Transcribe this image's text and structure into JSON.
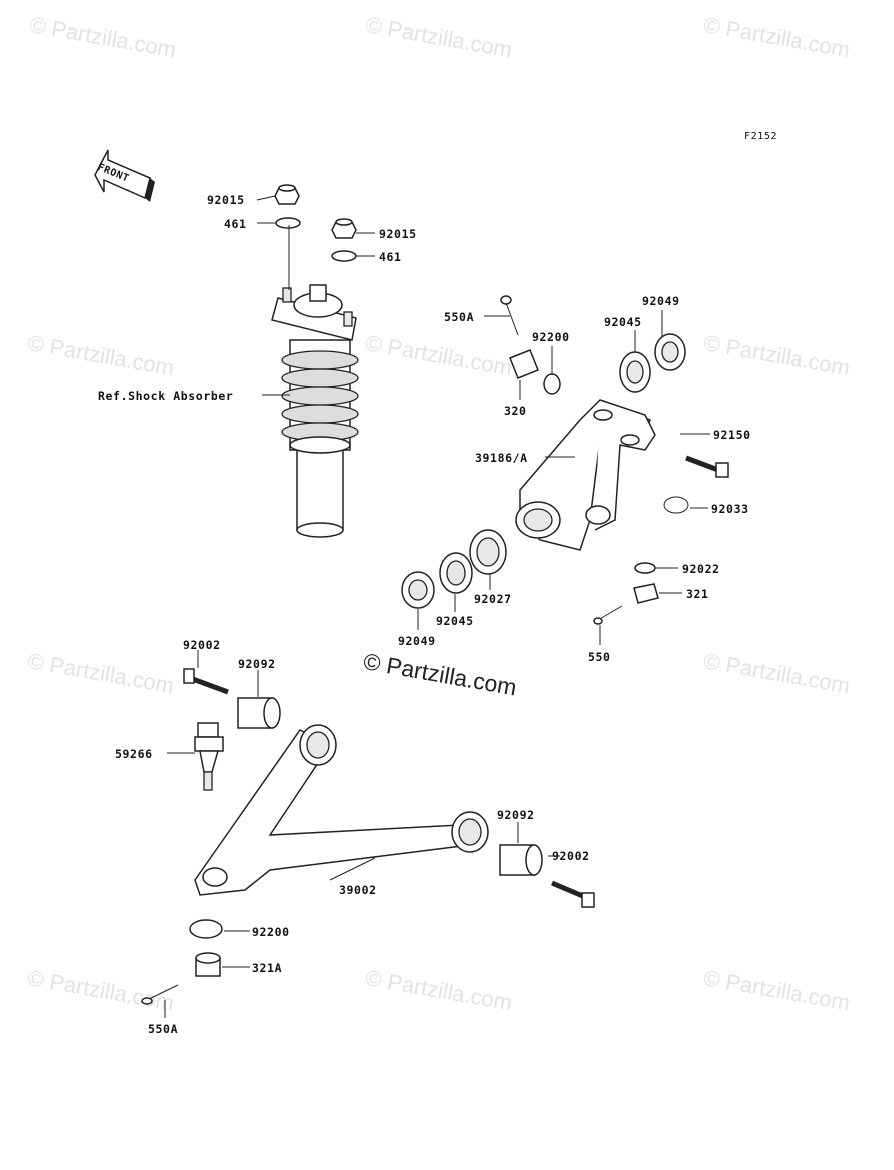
{
  "diagram_code": "F2152",
  "direction_arrow": "FRONT",
  "watermarks": {
    "repeat_text": "© Partzilla.com",
    "center_text": "© Partzilla.com"
  },
  "callouts": {
    "nut_92015_a": "92015",
    "washer_461_a": "461",
    "nut_92015_b": "92015",
    "washer_461_b": "461",
    "shock_ref": "Ref.Shock Absorber",
    "cotter_550A_top": "550A",
    "washer_92200_top": "92200",
    "nut_320": "320",
    "bearing_92049_top": "92049",
    "bearing_92045_top": "92045",
    "bolt_92150": "92150",
    "knuckle_39186A": "39186/A",
    "circlip_92033": "92033",
    "washer_92022": "92022",
    "nut_321": "321",
    "cotter_550": "550",
    "spacer_92027": "92027",
    "bearing_92045_bottom": "92045",
    "bearing_92049_bottom": "92049",
    "bolt_92002_left": "92002",
    "bushing_92092_left": "92092",
    "balljoint_59266": "59266",
    "bushing_92092_right": "92092",
    "bolt_92002_right": "92002",
    "arm_39002": "39002",
    "washer_92200_bottom": "92200",
    "nut_321A": "321A",
    "cotter_550A_bottom": "550A"
  }
}
